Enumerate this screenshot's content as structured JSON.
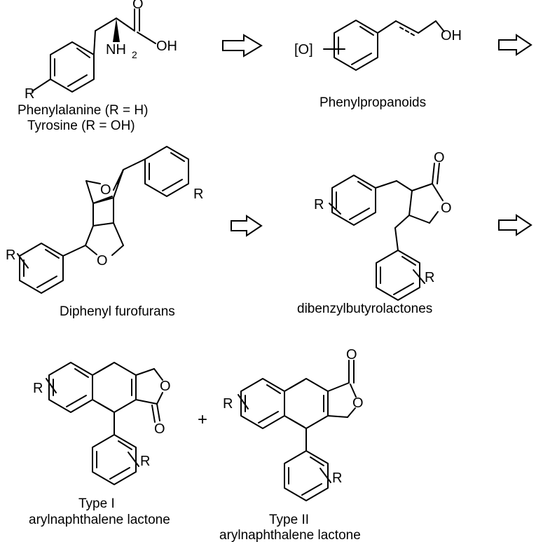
{
  "compounds": {
    "amino_acids": {
      "caption_line1": "Phenylalanine (R = H)",
      "caption_line2": "Tyrosine (R = OH)",
      "labels": {
        "r": "R",
        "o": "O",
        "oh": "OH",
        "nh": "NH",
        "nh_sub": "2"
      }
    },
    "phenylpropanoids": {
      "caption": "Phenylpropanoids",
      "labels": {
        "ox": "[O]",
        "oh": "OH"
      }
    },
    "diphenyl_furofurans": {
      "caption": "Diphenyl furofurans",
      "labels": {
        "o_top": "O",
        "o_bottom": "O",
        "r_right": "R",
        "r_left": "R"
      }
    },
    "dibenzylbutyrolactones": {
      "caption": "dibenzylbutyrolactones",
      "labels": {
        "carbonyl_o": "O",
        "ring_o": "O",
        "r_top": "R",
        "r_bottom": "R"
      }
    },
    "type1": {
      "caption_line1": "Type I",
      "caption_line2": "arylnaphthalene lactone",
      "labels": {
        "r_naph": "R",
        "ring_o": "O",
        "carbonyl_o": "O",
        "r_aryl": "R"
      }
    },
    "type2": {
      "caption_line1": "Type II",
      "caption_line2": "arylnaphthalene lactone",
      "labels": {
        "r_naph": "R",
        "carbonyl_o": "O",
        "ring_o": "O",
        "r_aryl": "R"
      }
    }
  },
  "plus_sign": "+",
  "arrows": [
    "biosynthesis-arrow",
    "biosynthesis-arrow",
    "biosynthesis-arrow",
    "biosynthesis-arrow"
  ]
}
